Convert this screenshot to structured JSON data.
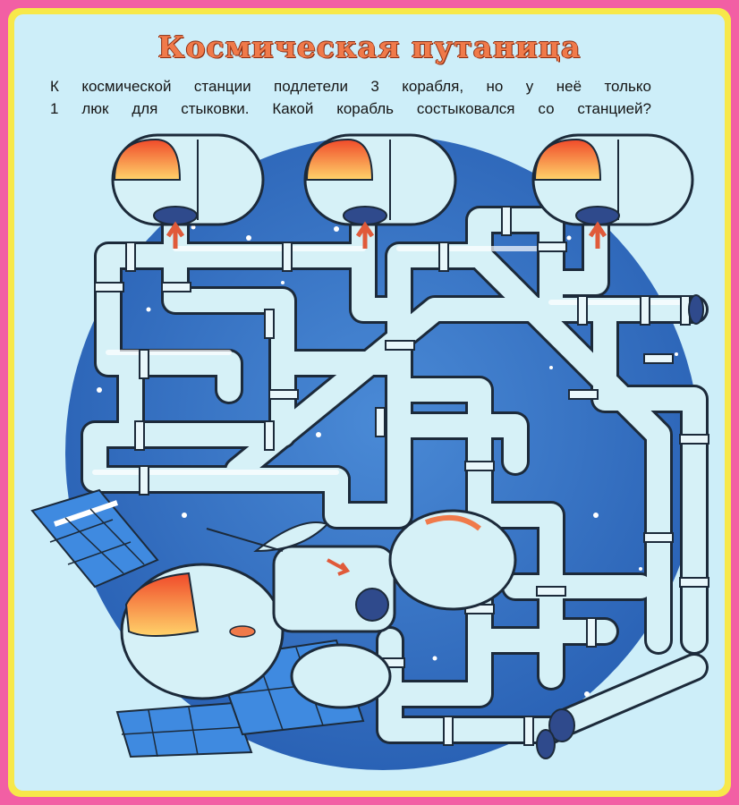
{
  "puzzle": {
    "title": "Космическая путаница",
    "question_line1": "К космической станции подлетели 3 корабля, но у неё только",
    "question_line2": "1 люк для стыковки. Какой корабль состыковался со станцией?",
    "ships": [
      {
        "name": "ship-left"
      },
      {
        "name": "ship-middle"
      },
      {
        "name": "ship-right"
      }
    ],
    "colors": {
      "border": "#f25fa4",
      "frame": "#f7e84a",
      "background": "#cdeef9",
      "space": "#2f6fc0",
      "pipe": "#d6f1f7",
      "title": "#f07a4a",
      "arrow": "#e05a3a",
      "solar_panel": "#3f8ae0"
    }
  }
}
